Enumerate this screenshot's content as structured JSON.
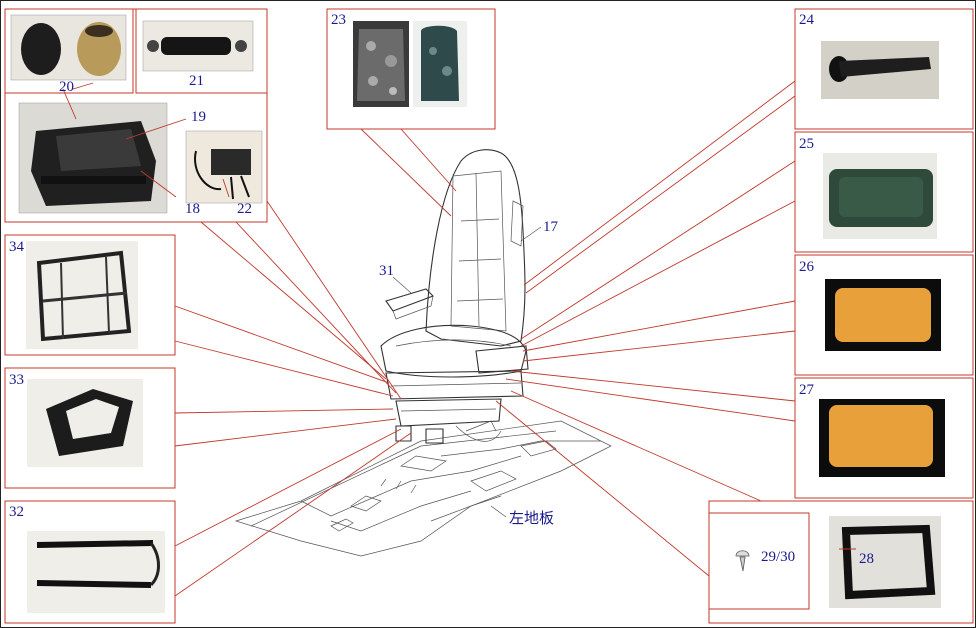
{
  "floor_label": "左地板",
  "callouts": {
    "c17": "17",
    "c18": "18",
    "c19": "19",
    "c20": "20",
    "c21": "21",
    "c22": "22",
    "c23": "23",
    "c24": "24",
    "c25": "25",
    "c26": "26",
    "c27": "27",
    "c28": "28",
    "c29_30": "29/30",
    "c31": "31",
    "c32": "32",
    "c33": "33",
    "c34": "34"
  },
  "colors": {
    "leader": "#c0392b",
    "label": "#1a1a8c",
    "cover_orange": "#e8a13a",
    "cover_green": "#2f4a3a"
  }
}
